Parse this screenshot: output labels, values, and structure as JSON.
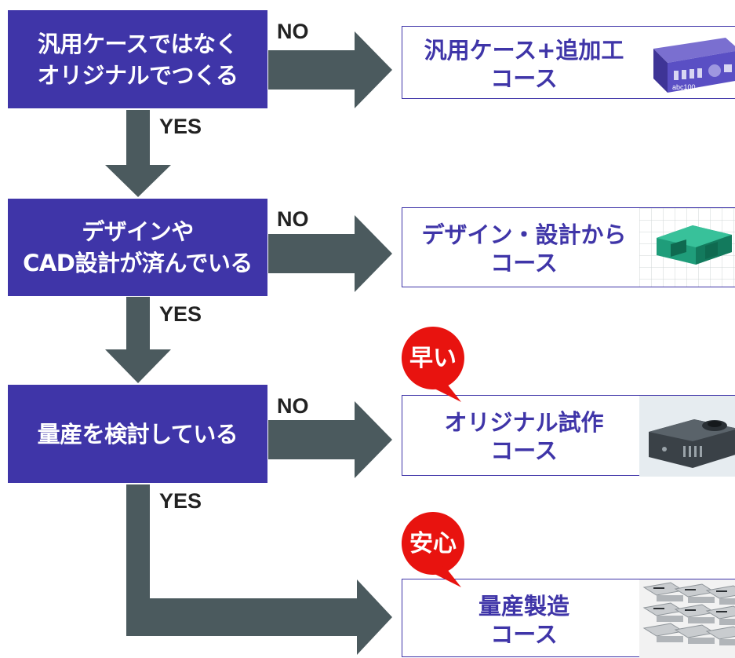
{
  "questions": [
    {
      "line1": "汎用ケースではなく",
      "line2": "オリジナルでつくる"
    },
    {
      "line1": "デザインや",
      "line2": "CAD設計が済んでいる"
    },
    {
      "line1": "量産を検討している"
    }
  ],
  "answers": {
    "no": "NO",
    "yes": "YES"
  },
  "courses": [
    {
      "line1": "汎用ケース+追加工",
      "line2": "コース",
      "image": "generic-case-device",
      "device_label": "abc100"
    },
    {
      "line1": "デザイン・設計から",
      "line2": "コース",
      "image": "green-cad-part-on-grid"
    },
    {
      "line1": "オリジナル試作",
      "line2": "コース",
      "image": "black-prototype-case"
    },
    {
      "line1": "量産製造",
      "line2": "コース",
      "image": "mass-produced-cases"
    }
  ],
  "badges": [
    {
      "text": "早い",
      "color": "#e8130f"
    },
    {
      "text": "安心",
      "color": "#e8130f"
    }
  ],
  "colors": {
    "question_fill": "#3f35a8",
    "arrow": "#4b5a5e",
    "course_text": "#3f35a8"
  }
}
